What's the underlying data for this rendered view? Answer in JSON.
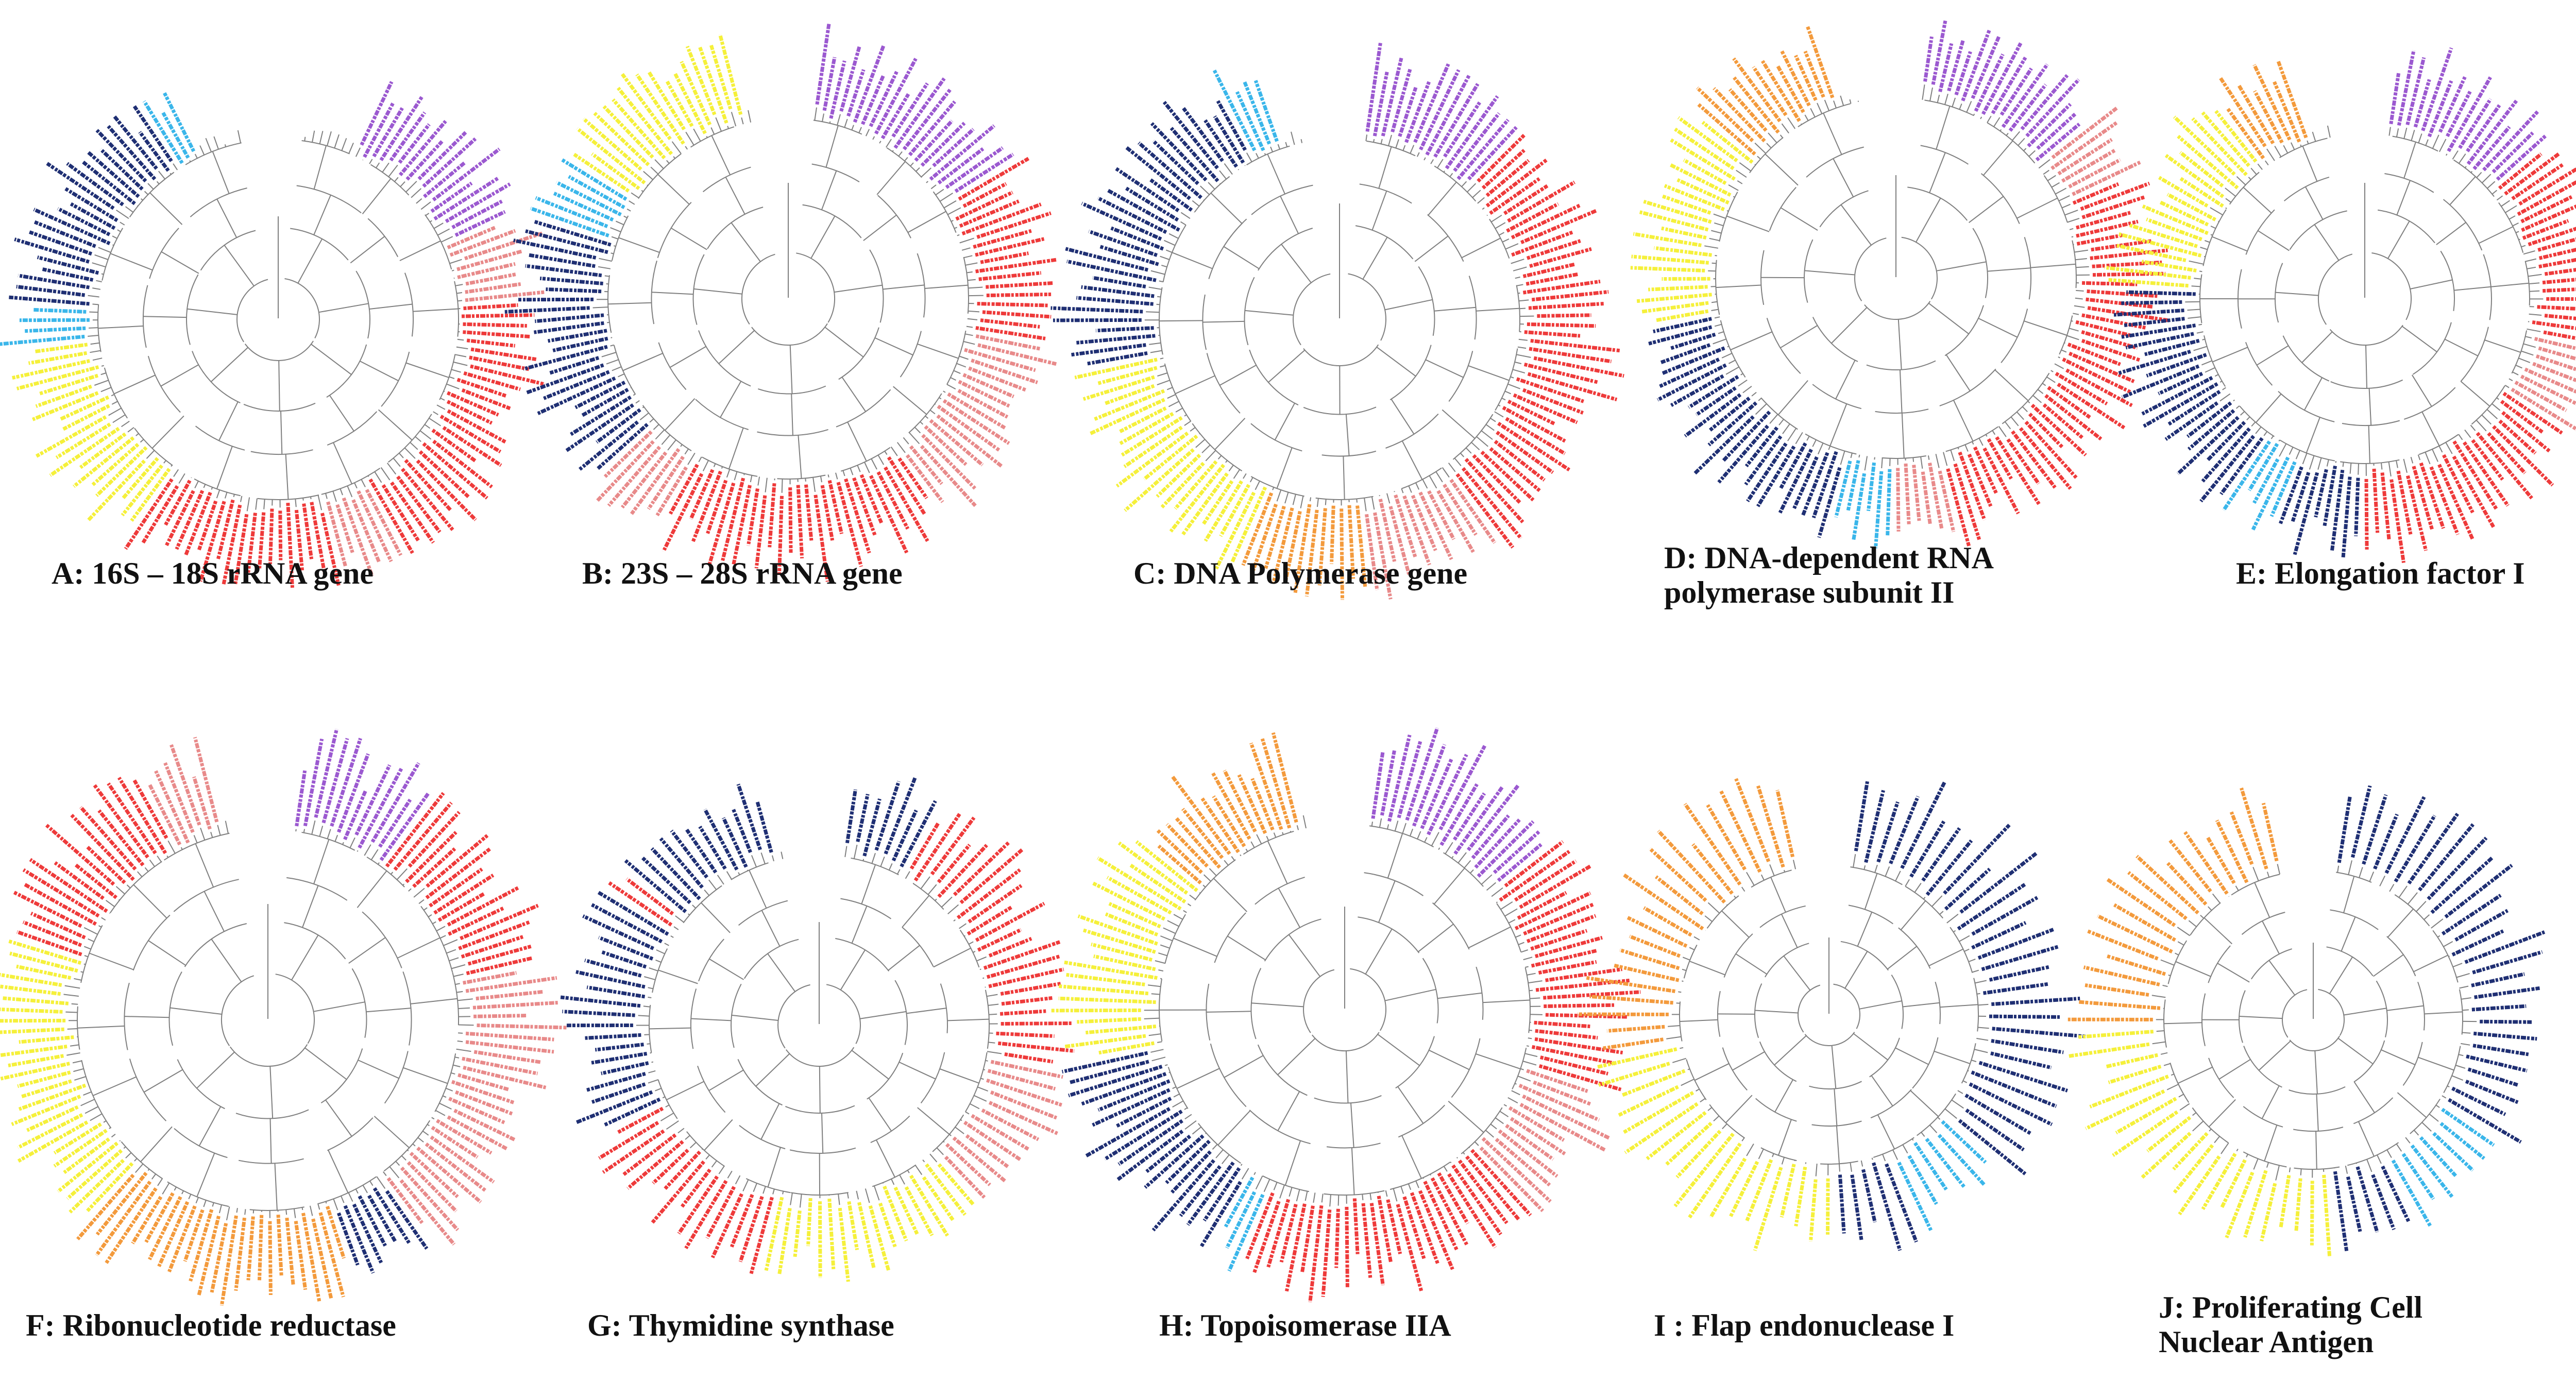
{
  "palette": {
    "purple": "#9b59d0",
    "salmon": "#e88a8a",
    "red": "#ee3a3a",
    "yellow": "#f5f03a",
    "orange": "#f39a3c",
    "navy": "#1f2f73",
    "cyan": "#3ab6ea",
    "branch": "#7f7f7f"
  },
  "panels": [
    {
      "id": "A",
      "caption": "A: 16S – 18S rRNA gene",
      "segments": [
        [
          "purple",
          0.07,
          0.18
        ],
        [
          "salmon",
          0.18,
          0.24
        ],
        [
          "red",
          0.24,
          0.5
        ],
        [
          "salmon",
          0.42,
          0.46
        ],
        [
          "red",
          0.5,
          0.6
        ],
        [
          "yellow",
          0.6,
          0.73
        ],
        [
          "cyan",
          0.73,
          0.76
        ],
        [
          "navy",
          0.76,
          0.91
        ],
        [
          "cyan",
          0.91,
          0.93
        ]
      ]
    },
    {
      "id": "B",
      "caption": "B: 23S – 28S rRNA gene",
      "segments": [
        [
          "purple",
          0.02,
          0.16
        ],
        [
          "red",
          0.16,
          0.28
        ],
        [
          "salmon",
          0.28,
          0.4
        ],
        [
          "red",
          0.4,
          0.58
        ],
        [
          "salmon",
          0.58,
          0.63
        ],
        [
          "navy",
          0.63,
          0.8
        ],
        [
          "cyan",
          0.8,
          0.84
        ],
        [
          "yellow",
          0.84,
          0.96
        ]
      ]
    },
    {
      "id": "C",
      "caption": "C: DNA Polymerase gene",
      "segments": [
        [
          "purple",
          0.02,
          0.12
        ],
        [
          "red",
          0.12,
          0.4
        ],
        [
          "salmon",
          0.4,
          0.48
        ],
        [
          "orange",
          0.48,
          0.56
        ],
        [
          "yellow",
          0.56,
          0.72
        ],
        [
          "navy",
          0.72,
          0.92
        ],
        [
          "cyan",
          0.92,
          0.95
        ]
      ]
    },
    {
      "id": "D",
      "caption": "D: DNA-dependent RNA\npolymerase subunit II",
      "segments": [
        [
          "purple",
          0.02,
          0.14
        ],
        [
          "salmon",
          0.14,
          0.18
        ],
        [
          "red",
          0.18,
          0.46
        ],
        [
          "salmon",
          0.46,
          0.5
        ],
        [
          "cyan",
          0.5,
          0.54
        ],
        [
          "navy",
          0.54,
          0.72
        ],
        [
          "yellow",
          0.72,
          0.86
        ],
        [
          "orange",
          0.86,
          0.95
        ]
      ]
    },
    {
      "id": "E",
      "caption": "E: Elongation factor I",
      "segments": [
        [
          "purple",
          0.02,
          0.14
        ],
        [
          "red",
          0.14,
          0.28
        ],
        [
          "salmon",
          0.28,
          0.34
        ],
        [
          "red",
          0.34,
          0.5
        ],
        [
          "navy",
          0.5,
          0.56
        ],
        [
          "cyan",
          0.56,
          0.6
        ],
        [
          "navy",
          0.6,
          0.76
        ],
        [
          "yellow",
          0.76,
          0.9
        ],
        [
          "orange",
          0.9,
          0.95
        ]
      ]
    },
    {
      "id": "F",
      "caption": "F: Ribonucleotide reductase",
      "segments": [
        [
          "purple",
          0.02,
          0.1
        ],
        [
          "red",
          0.1,
          0.22
        ],
        [
          "salmon",
          0.22,
          0.36
        ],
        [
          "salmon",
          0.36,
          0.4
        ],
        [
          "navy",
          0.4,
          0.45
        ],
        [
          "orange",
          0.45,
          0.62
        ],
        [
          "yellow",
          0.62,
          0.8
        ],
        [
          "red",
          0.8,
          0.92
        ],
        [
          "salmon",
          0.92,
          0.96
        ]
      ]
    },
    {
      "id": "G",
      "caption": "G: Thymidine synthase",
      "segments": [
        [
          "navy",
          0.02,
          0.08
        ],
        [
          "red",
          0.08,
          0.28
        ],
        [
          "salmon",
          0.28,
          0.38
        ],
        [
          "yellow",
          0.38,
          0.54
        ],
        [
          "red",
          0.54,
          0.68
        ],
        [
          "navy",
          0.68,
          0.84
        ],
        [
          "red",
          0.84,
          0.86
        ],
        [
          "navy",
          0.86,
          0.96
        ]
      ]
    },
    {
      "id": "H",
      "caption": "H: Topoisomerase IIA",
      "segments": [
        [
          "purple",
          0.02,
          0.14
        ],
        [
          "red",
          0.14,
          0.3
        ],
        [
          "salmon",
          0.3,
          0.38
        ],
        [
          "red",
          0.38,
          0.56
        ],
        [
          "cyan",
          0.56,
          0.58
        ],
        [
          "navy",
          0.58,
          0.72
        ],
        [
          "yellow",
          0.72,
          0.86
        ],
        [
          "orange",
          0.86,
          0.96
        ]
      ]
    },
    {
      "id": "I",
      "caption": "I : Flap endonuclease I",
      "segments": [
        [
          "navy",
          0.02,
          0.36
        ],
        [
          "cyan",
          0.36,
          0.44
        ],
        [
          "navy",
          0.44,
          0.5
        ],
        [
          "yellow",
          0.5,
          0.72
        ],
        [
          "orange",
          0.72,
          0.97
        ]
      ]
    },
    {
      "id": "J",
      "caption": "J: Proliferating Cell\nNuclear Antigen",
      "segments": [
        [
          "navy",
          0.02,
          0.34
        ],
        [
          "cyan",
          0.34,
          0.42
        ],
        [
          "navy",
          0.42,
          0.48
        ],
        [
          "yellow",
          0.48,
          0.74
        ],
        [
          "orange",
          0.74,
          0.97
        ]
      ]
    }
  ]
}
